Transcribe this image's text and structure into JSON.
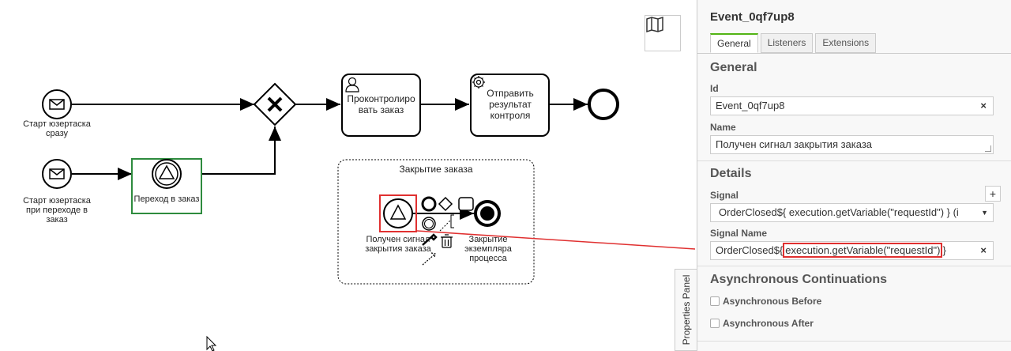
{
  "diagram": {
    "start_event_1_label": "Старт юзертаска сразу",
    "start_event_2_label": "Старт юзертаска при переходе в заказ",
    "transition_label": "Переход в заказ",
    "user_task_label": "Проконтролировать заказ",
    "service_task_label": "Отправить результат контроля",
    "subprocess_title": "Закрытие заказа",
    "signal_event_label": "Получен сигнал закрытия заказа",
    "end_event_label": "Закрытие экземпляра процесса"
  },
  "panel": {
    "title": "Event_0qf7up8",
    "tabs": [
      {
        "label": "General",
        "active": true
      },
      {
        "label": "Listeners",
        "active": false
      },
      {
        "label": "Extensions",
        "active": false
      }
    ],
    "general_group": "General",
    "id_label": "Id",
    "id_value": "Event_0qf7up8",
    "name_label": "Name",
    "name_value": "Получен сигнал закрытия заказа",
    "details_group": "Details",
    "signal_label": "Signal",
    "signal_value": "OrderClosed${ execution.getVariable(\"requestId\") } (i",
    "signal_name_label": "Signal Name",
    "signal_name_prefix": "OrderClosed${",
    "signal_name_highlight": "execution.getVariable(\"requestId\")",
    "signal_name_suffix": "}",
    "async_group": "Asynchronous Continuations",
    "async_before": "Asynchronous Before",
    "async_after": "Asynchronous After",
    "clear_symbol": "×",
    "add_symbol": "+"
  },
  "toggle_tab": "Properties Panel",
  "colors": {
    "highlight_red": "#e03030",
    "selection_green": "#52b415",
    "panel_bg": "#f8f8f8"
  }
}
